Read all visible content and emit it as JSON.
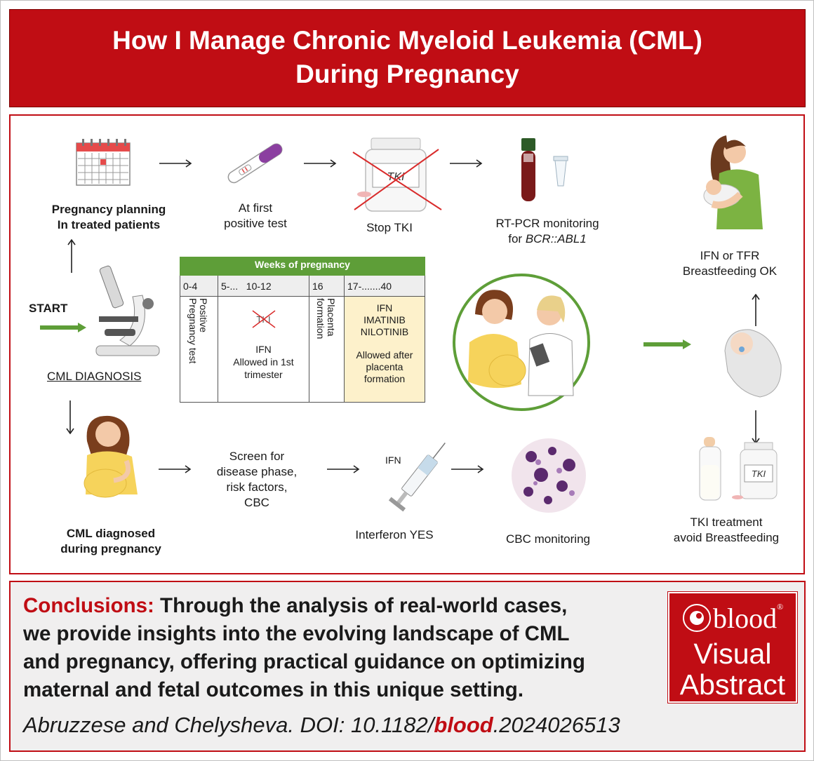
{
  "title": {
    "line1": "How I Manage Chronic Myeloid Leukemia (CML)",
    "line2": "During Pregnancy"
  },
  "top_row": {
    "planning": {
      "line1": "Pregnancy planning",
      "line2": "In treated patients"
    },
    "positive_test": {
      "line1": "At first",
      "line2": "positive test"
    },
    "stop_tki": {
      "label": "Stop TKI",
      "jar_label": "TKI"
    },
    "rtpcr": {
      "line1": "RT-PCR monitoring",
      "line2_prefix": "for ",
      "line2_gene": "BCR::ABL1"
    }
  },
  "right_col": {
    "ifn": {
      "line1": "IFN or TFR",
      "line2": "Breastfeeding OK"
    },
    "tki": {
      "line1": "TKI treatment",
      "line2": "avoid Breastfeeding",
      "jar_label": "TKI"
    }
  },
  "start": {
    "label": "START",
    "diagnosis": "CML DIAGNOSIS"
  },
  "weeks_table": {
    "header": "Weeks of pregnancy",
    "cols": [
      "0-4",
      "5-...",
      "10-12",
      "16",
      "17-.......40"
    ],
    "positive": [
      "Positive",
      "Pregnancy test"
    ],
    "tki_crossed": "TKI",
    "ifn_first": [
      "IFN",
      "Allowed in 1st",
      "trimester"
    ],
    "placenta": [
      "Placenta",
      "formation"
    ],
    "allowed_drugs": [
      "IFN",
      "IMATINIB",
      "NILOTINIB"
    ],
    "allowed_after": [
      "Allowed after",
      "placenta",
      "formation"
    ]
  },
  "bottom_row": {
    "diagnosed": {
      "line1": "CML diagnosed",
      "line2": "during pregnancy"
    },
    "screen": {
      "line1": "Screen for",
      "line2": "disease phase,",
      "line3": "risk factors,",
      "line4": "CBC"
    },
    "interferon": {
      "label": "Interferon YES",
      "syringe_label": "IFN"
    },
    "cbc": {
      "label": "CBC monitoring"
    }
  },
  "conclusions": {
    "label": "Conclusions:",
    "line1": "Through the analysis of real-world cases,",
    "line2": "we provide insights into the evolving landscape of CML",
    "line3": "and pregnancy, offering practical guidance on optimizing",
    "line4": "maternal and fetal outcomes in this unique setting."
  },
  "citation": {
    "prefix": "Abruzzese and Chelysheva. DOI: 10.1182/",
    "journal": "blood",
    "suffix": ".2024026513"
  },
  "logo": {
    "word": "blood",
    "reg": "®",
    "line1": "Visual",
    "line2": "Abstract"
  },
  "colors": {
    "brand_red": "#c00d14",
    "table_green": "#5e9e38",
    "arrow_green": "#5e9e38",
    "highlight_yellow": "#fdf1cb"
  }
}
